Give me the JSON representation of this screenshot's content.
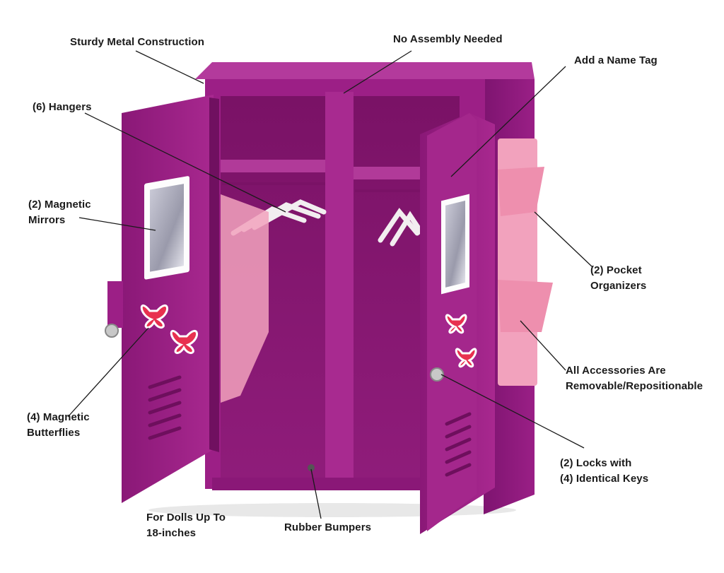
{
  "callouts": {
    "sturdy_metal": "Sturdy Metal Construction",
    "no_assembly": "No Assembly Needed",
    "name_tag": "Add a Name Tag",
    "hangers": "(6) Hangers",
    "mirrors_line1": "(2) Magnetic",
    "mirrors_line2": "Mirrors",
    "pocket_line1": "(2) Pocket",
    "pocket_line2": "Organizers",
    "accessories_line1": "All Accessories Are",
    "accessories_line2": "Removable/Repositionable",
    "butterflies_line1": "(4) Magnetic",
    "butterflies_line2": "Butterflies",
    "locks_line1": "(2) Locks with",
    "locks_line2": "(4) Identical Keys",
    "dolls_line1": "For Dolls Up To",
    "dolls_line2": "18-inches",
    "bumpers": "Rubber Bumpers"
  },
  "colors": {
    "locker": "#9c1f86",
    "locker_dark": "#6e0f5d",
    "locker_light": "#b5359e",
    "pocket_pink": "#f2a2bd",
    "leader": "#1a1a1a"
  }
}
